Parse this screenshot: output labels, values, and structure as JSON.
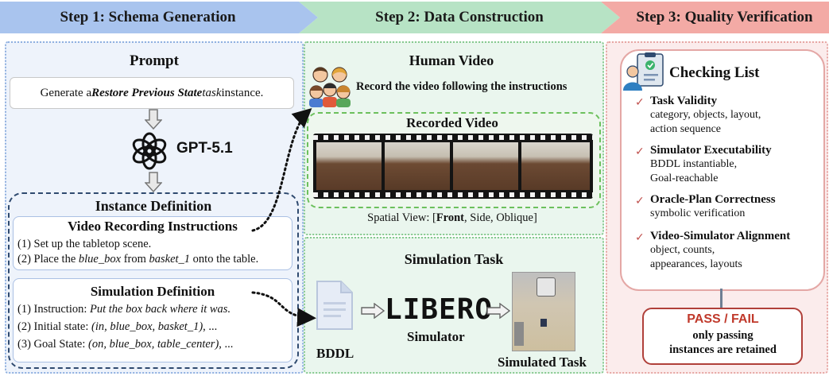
{
  "steps": [
    {
      "label": "Step 1: Schema Generation",
      "color": "#a9c4ee"
    },
    {
      "label": "Step 2: Data Construction",
      "color": "#b7e3c5"
    },
    {
      "label": "Step 3: Quality Verification",
      "color": "#f3aaa5"
    }
  ],
  "step1": {
    "prompt_title": "Prompt",
    "prompt_text_a": "Generate a ",
    "prompt_text_b": "Restore Previous State",
    "prompt_text_c": " task",
    "prompt_text_d": " instance.",
    "model_label": "GPT-5.1",
    "instance_title": "Instance Definition",
    "video_title": "Video Recording Instructions",
    "video_line1": "(1) Set up the tabletop scene.",
    "video_line2_a": "(2) Place the ",
    "video_line2_b": "blue_box",
    "video_line2_c": " from ",
    "video_line2_d": "basket_1",
    "video_line2_e": " onto the table.",
    "sim_title": "Simulation Definition",
    "sim_line1_a": "(1) Instruction: ",
    "sim_line1_b": "Put the box back where it was.",
    "sim_line2_a": "(2) Initial state: ",
    "sim_line2_b": "(in, blue_box, basket_1)",
    "sim_line2_c": ", ...",
    "sim_line3_a": "(3) Goal State: ",
    "sim_line3_b": "(on, blue_box, table_center)",
    "sim_line3_c": ", ..."
  },
  "step2": {
    "human_title": "Human Video",
    "human_desc": "Record the video following the instructions",
    "recorded_title": "Recorded Video",
    "spatial_a": "Spatial View: [",
    "spatial_b": "Front",
    "spatial_c": ", Side, Oblique]",
    "sim_task_title": "Simulation Task",
    "bddl_label": "BDDL",
    "simulator_label": "Simulator",
    "logo_text": "LIBERO",
    "simulated_label": "Simulated Task"
  },
  "step3": {
    "checklist_title": "Checking List",
    "items": [
      {
        "title": "Task Validity",
        "lines": [
          "category, objects, layout,",
          "action sequence"
        ]
      },
      {
        "title": "Simulator Executability",
        "lines": [
          "BDDL instantiable,",
          "Goal-reachable"
        ]
      },
      {
        "title": "Oracle-Plan Correctness",
        "lines": [
          "symbolic verification"
        ]
      },
      {
        "title": "Video-Simulator Alignment",
        "lines": [
          "object, counts,",
          "appearances, layouts"
        ]
      }
    ],
    "check_mark": "✓",
    "pass_label": "PASS / FAIL",
    "pass_sub1": "only passing",
    "pass_sub2": "instances are retained"
  }
}
